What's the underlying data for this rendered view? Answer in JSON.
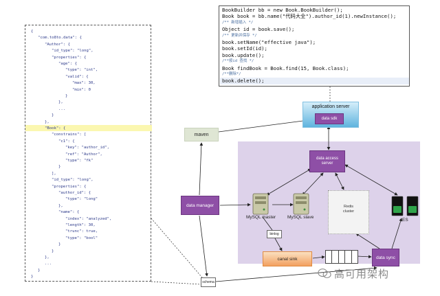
{
  "schema_panel": {
    "lines": [
      {
        "indent": 0,
        "text": "{"
      },
      {
        "indent": 1,
        "text": "\"com.to8to.data\": {"
      },
      {
        "indent": 2,
        "text": "\"Author\": {"
      },
      {
        "indent": 3,
        "text": "\"id_type\": \"long\","
      },
      {
        "indent": 3,
        "text": "\"properties\": {"
      },
      {
        "indent": 4,
        "text": "\"age\": {"
      },
      {
        "indent": 5,
        "text": "\"type\": \"int\","
      },
      {
        "indent": 5,
        "text": "\"valid\": {"
      },
      {
        "indent": 6,
        "text": "\"max\": 30,"
      },
      {
        "indent": 6,
        "text": "\"min\": 0"
      },
      {
        "indent": 5,
        "text": "}"
      },
      {
        "indent": 4,
        "text": "},"
      },
      {
        "indent": 4,
        "text": "..."
      },
      {
        "indent": 3,
        "text": "}"
      },
      {
        "indent": 2,
        "text": "},"
      },
      {
        "indent": 2,
        "text": "\"Book\": {"
      },
      {
        "indent": 3,
        "text": "\"constrains\": ["
      },
      {
        "indent": 4,
        "text": "\"c1\": {"
      },
      {
        "indent": 5,
        "text": "\"key\": \"author_id\","
      },
      {
        "indent": 5,
        "text": "\"ref\": \"Author\","
      },
      {
        "indent": 5,
        "text": "\"type\": \"fk\""
      },
      {
        "indent": 4,
        "text": "}"
      },
      {
        "indent": 3,
        "text": "],"
      },
      {
        "indent": 3,
        "text": "\"id_type\": \"long\","
      },
      {
        "indent": 3,
        "text": "\"properties\": {"
      },
      {
        "indent": 4,
        "text": "\"author_id\": {"
      },
      {
        "indent": 5,
        "text": "\"type\": \"long\""
      },
      {
        "indent": 4,
        "text": "},"
      },
      {
        "indent": 4,
        "text": "\"name\": {"
      },
      {
        "indent": 5,
        "text": "\"index\": \"analyzed\","
      },
      {
        "indent": 5,
        "text": "\"length\": 30,"
      },
      {
        "indent": 5,
        "text": "\"trunc\": true,"
      },
      {
        "indent": 5,
        "text": "\"type\": \"bool\""
      },
      {
        "indent": 4,
        "text": "}"
      },
      {
        "indent": 3,
        "text": "}"
      },
      {
        "indent": 2,
        "text": "},"
      },
      {
        "indent": 2,
        "text": "..."
      },
      {
        "indent": 1,
        "text": "}"
      },
      {
        "indent": 0,
        "text": "}"
      }
    ],
    "highlight_line_index": 15
  },
  "code_panel": {
    "lines": [
      {
        "comment": false,
        "text": "BookBuilder bb = new Book.BookBuilder();"
      },
      {
        "comment": false,
        "text": "Book book = bb.name(\"代码大全\").author_id(1).newInstance();"
      },
      {
        "comment": true,
        "text": "/** 新增插入 */"
      },
      {
        "comment": false,
        "text": "Object id = book.save();"
      },
      {
        "comment": true,
        "text": "/** 更新并保存 */"
      },
      {
        "comment": false,
        "text": "book.setName(\"effective java\");"
      },
      {
        "comment": false,
        "text": "book.setId(id);"
      },
      {
        "comment": false,
        "text": "book.update();"
      },
      {
        "comment": true,
        "text": "/**按id 查找 */"
      },
      {
        "comment": false,
        "text": "Book findBook = Book.find(15, Book.class);"
      },
      {
        "comment": true,
        "text": "/**删除*/"
      },
      {
        "comment": false,
        "text": "book.delete();"
      }
    ]
  },
  "diagram": {
    "application_server": "application server",
    "data_sdk": "data sdk",
    "maven": "maven",
    "data_access_server_line1": "data access",
    "data_access_server_line2": "server",
    "data_manager": "data manager",
    "mysql_master": "MySQL master",
    "mysql_slave": "MySQL slave",
    "redis_line1": "Redis",
    "redis_line2": "cluster",
    "es": "ES",
    "binlog": "binlog",
    "canal_sink": "canal sink",
    "data_sync": "data sync",
    "schema": "schema"
  },
  "watermark": {
    "text": "高可用架构"
  },
  "colors": {
    "purple_node": "#8e4fa6",
    "purple_area": "#ddd2ea",
    "app_server_gradient_bottom": "#5fb4de",
    "canal_sink_orange": "#f2a060",
    "maven_green": "#dfe6d4",
    "schema_highlight": "#fbf7b0"
  }
}
